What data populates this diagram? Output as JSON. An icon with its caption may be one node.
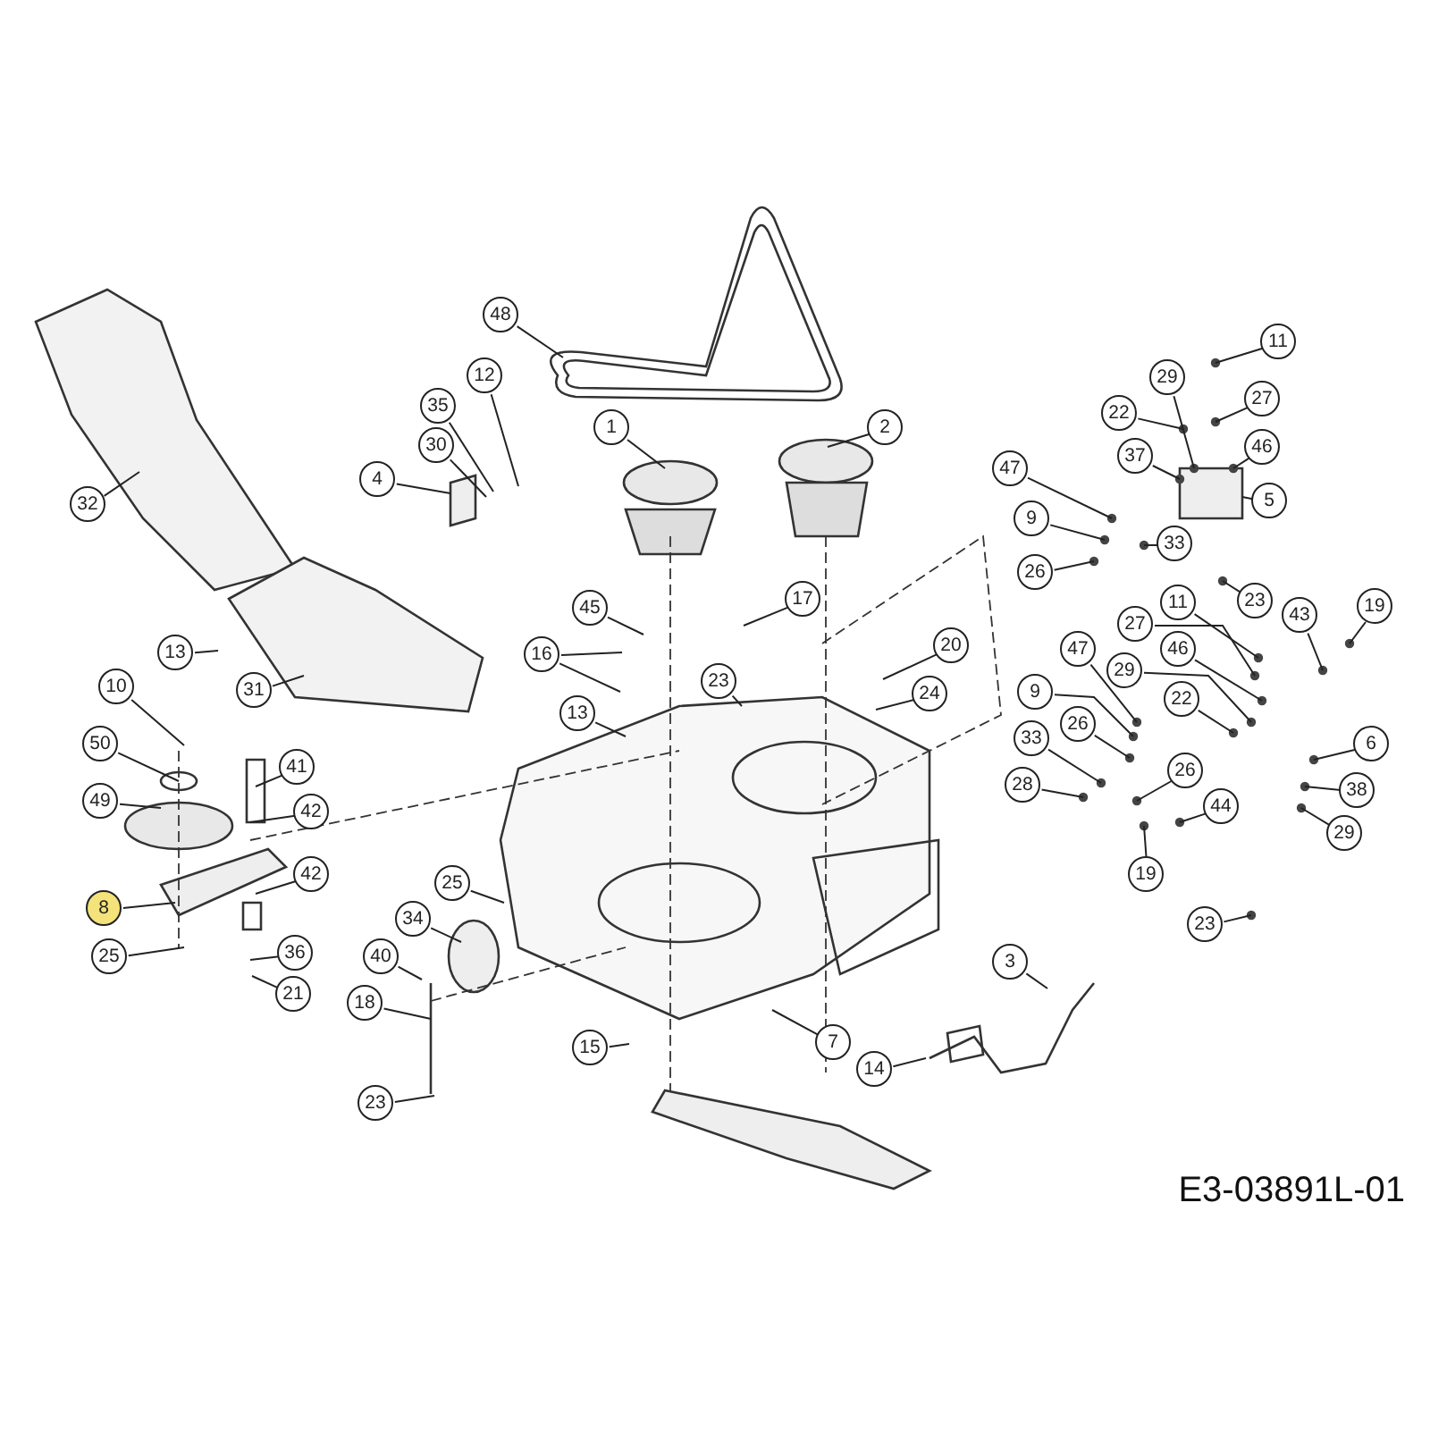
{
  "diagram": {
    "nodes": [
      {
        "text": [
          "48"
        ]
      },
      {
        "text": [
          "12"
        ]
      },
      {
        "text": [
          "35"
        ]
      },
      {
        "text": [
          "30"
        ]
      },
      {
        "text": [
          "1"
        ]
      },
      {
        "text": [
          "2"
        ]
      },
      {
        "text": [
          "4"
        ]
      },
      {
        "text": [
          "32"
        ]
      },
      {
        "text": [
          "11"
        ]
      },
      {
        "text": [
          "29"
        ]
      },
      {
        "text": [
          "27"
        ]
      },
      {
        "text": [
          "22"
        ]
      },
      {
        "text": [
          "37"
        ]
      },
      {
        "text": [
          "46"
        ]
      },
      {
        "text": [
          "47"
        ]
      },
      {
        "text": [
          "5"
        ]
      },
      {
        "text": [
          "9"
        ]
      },
      {
        "text": [
          "33"
        ]
      },
      {
        "text": [
          "26"
        ]
      },
      {
        "text": [
          "23"
        ]
      },
      {
        "text": [
          "45"
        ]
      },
      {
        "text": [
          "17"
        ]
      },
      {
        "text": [
          "19"
        ]
      },
      {
        "text": [
          "11"
        ]
      },
      {
        "text": [
          "43"
        ]
      },
      {
        "text": [
          "27"
        ]
      },
      {
        "text": [
          "13"
        ]
      },
      {
        "text": [
          "16"
        ]
      },
      {
        "text": [
          "20"
        ]
      },
      {
        "text": [
          "46"
        ]
      },
      {
        "text": [
          "47"
        ]
      },
      {
        "text": [
          "29"
        ]
      },
      {
        "text": [
          "23"
        ]
      },
      {
        "text": [
          "31"
        ]
      },
      {
        "text": [
          "10"
        ]
      },
      {
        "text": [
          "9"
        ]
      },
      {
        "text": [
          "24"
        ]
      },
      {
        "text": [
          "22"
        ]
      },
      {
        "text": [
          "13"
        ]
      },
      {
        "text": [
          "26"
        ]
      },
      {
        "text": [
          "33"
        ]
      },
      {
        "text": [
          "50"
        ]
      },
      {
        "text": [
          "6"
        ]
      },
      {
        "text": [
          "26"
        ]
      },
      {
        "text": [
          "41"
        ]
      },
      {
        "text": [
          "28"
        ]
      },
      {
        "text": [
          "38"
        ]
      },
      {
        "text": [
          "49"
        ]
      },
      {
        "text": [
          "44"
        ]
      },
      {
        "text": [
          "42"
        ]
      },
      {
        "text": [
          "29"
        ]
      },
      {
        "text": [
          "19"
        ]
      },
      {
        "text": [
          "42"
        ]
      },
      {
        "text": [
          "25"
        ]
      },
      {
        "text": [
          "8"
        ]
      },
      {
        "text": [
          "34"
        ]
      },
      {
        "text": [
          "23"
        ]
      },
      {
        "text": [
          "36"
        ]
      },
      {
        "text": [
          "25"
        ]
      },
      {
        "text": [
          "40"
        ]
      },
      {
        "text": [
          "3"
        ]
      },
      {
        "text": [
          "21"
        ]
      },
      {
        "text": [
          "18"
        ]
      },
      {
        "text": [
          "15"
        ]
      },
      {
        "text": [
          "7"
        ]
      },
      {
        "text": [
          "14"
        ]
      },
      {
        "text": [
          "23"
        ]
      }
    ],
    "edges": [
      {
        "from": 0,
        "to": null,
        "arrow": "none"
      },
      {
        "from": 1,
        "to": null,
        "arrow": "none"
      },
      {
        "from": 2,
        "to": null,
        "arrow": "none"
      },
      {
        "from": 3,
        "to": null,
        "arrow": "none"
      },
      {
        "from": 4,
        "to": null,
        "arrow": "none"
      },
      {
        "from": 5,
        "to": null,
        "arrow": "none"
      },
      {
        "from": 6,
        "to": null,
        "arrow": "none"
      },
      {
        "from": 7,
        "to": null,
        "arrow": "none"
      },
      {
        "from": 8,
        "to": null,
        "arrow": "none"
      },
      {
        "from": 9,
        "to": null,
        "arrow": "none"
      },
      {
        "from": 10,
        "to": null,
        "arrow": "none"
      },
      {
        "from": 11,
        "to": null,
        "arrow": "none"
      },
      {
        "from": 12,
        "to": null,
        "arrow": "none"
      },
      {
        "from": 13,
        "to": null,
        "arrow": "none"
      },
      {
        "from": 14,
        "to": null,
        "arrow": "none"
      },
      {
        "from": 15,
        "to": null,
        "arrow": "none"
      },
      {
        "from": 16,
        "to": null,
        "arrow": "none"
      },
      {
        "from": 17,
        "to": null,
        "arrow": "none"
      },
      {
        "from": 18,
        "to": null,
        "arrow": "none"
      },
      {
        "from": 19,
        "to": null,
        "arrow": "none"
      },
      {
        "from": 20,
        "to": null,
        "arrow": "none"
      },
      {
        "from": 21,
        "to": null,
        "arrow": "none"
      },
      {
        "from": 22,
        "to": null,
        "arrow": "none"
      },
      {
        "from": 23,
        "to": null,
        "arrow": "none"
      },
      {
        "from": 24,
        "to": null,
        "arrow": "none"
      },
      {
        "from": 25,
        "to": null,
        "arrow": "none"
      },
      {
        "from": 26,
        "to": null,
        "arrow": "none"
      },
      {
        "from": 27,
        "to": null,
        "arrow": "none"
      },
      {
        "from": 27,
        "to": null,
        "arrow": "none"
      },
      {
        "from": 28,
        "to": null,
        "arrow": "none"
      },
      {
        "from": 29,
        "to": null,
        "arrow": "none"
      },
      {
        "from": 30,
        "to": null,
        "arrow": "none"
      },
      {
        "from": 31,
        "to": null,
        "arrow": "none"
      },
      {
        "from": 32,
        "to": null,
        "arrow": "none"
      },
      {
        "from": 33,
        "to": null,
        "arrow": "none"
      },
      {
        "from": 34,
        "to": null,
        "arrow": "none"
      },
      {
        "from": 35,
        "to": null,
        "arrow": "none"
      },
      {
        "from": 36,
        "to": null,
        "arrow": "none"
      },
      {
        "from": 37,
        "to": null,
        "arrow": "none"
      },
      {
        "from": 38,
        "to": null,
        "arrow": "none"
      },
      {
        "from": 39,
        "to": null,
        "arrow": "none"
      },
      {
        "from": 40,
        "to": null,
        "arrow": "none"
      },
      {
        "from": 41,
        "to": null,
        "arrow": "none"
      },
      {
        "from": 42,
        "to": null,
        "arrow": "none"
      },
      {
        "from": 43,
        "to": null,
        "arrow": "none"
      },
      {
        "from": 44,
        "to": null,
        "arrow": "none"
      },
      {
        "from": 45,
        "to": null,
        "arrow": "none"
      },
      {
        "from": 46,
        "to": null,
        "arrow": "none"
      },
      {
        "from": 47,
        "to": null,
        "arrow": "none"
      },
      {
        "from": 48,
        "to": null,
        "arrow": "none"
      },
      {
        "from": 49,
        "to": null,
        "arrow": "none"
      },
      {
        "from": 50,
        "to": null,
        "arrow": "none"
      },
      {
        "from": 51,
        "to": null,
        "arrow": "none"
      },
      {
        "from": 52,
        "to": null,
        "arrow": "none"
      },
      {
        "from": 53,
        "to": null,
        "arrow": "none"
      },
      {
        "from": 54,
        "to": null,
        "arrow": "none"
      },
      {
        "from": 55,
        "to": null,
        "arrow": "none"
      },
      {
        "from": 56,
        "to": null,
        "arrow": "none"
      },
      {
        "from": 57,
        "to": null,
        "arrow": "none"
      },
      {
        "from": 58,
        "to": null,
        "arrow": "none"
      },
      {
        "from": 59,
        "to": null,
        "arrow": "none"
      },
      {
        "from": 60,
        "to": null,
        "arrow": "none"
      },
      {
        "from": 61,
        "to": null,
        "arrow": "none"
      },
      {
        "from": 62,
        "to": null,
        "arrow": "none"
      },
      {
        "from": 63,
        "to": null,
        "arrow": "none"
      },
      {
        "from": 64,
        "to": null,
        "arrow": "none"
      },
      {
        "from": 65,
        "to": null,
        "arrow": "none"
      },
      {
        "from": 66,
        "to": null,
        "arrow": "none"
      }
    ],
    "labels": [
      "E3-03891L-01"
    ]
  }
}
